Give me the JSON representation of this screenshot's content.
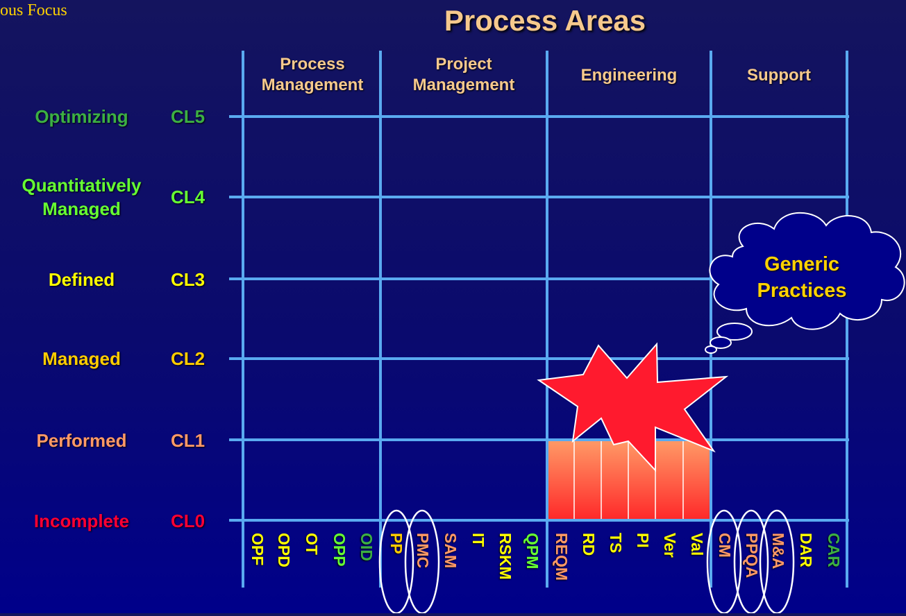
{
  "corner_text": "ous Focus",
  "title": "Process Areas",
  "categories": [
    {
      "line1": "Process",
      "line2": "Management"
    },
    {
      "line1": "Project",
      "line2": "Management"
    },
    {
      "line1": "Engineering",
      "line2": ""
    },
    {
      "line1": "Support",
      "line2": ""
    }
  ],
  "levels": [
    {
      "name1": "Optimizing",
      "name2": "",
      "code": "CL5",
      "color": "#3cb043"
    },
    {
      "name1": "Quantitatively",
      "name2": "Managed",
      "code": "CL4",
      "color": "#66ff33"
    },
    {
      "name1": "Defined",
      "name2": "",
      "code": "CL3",
      "color": "#ffff00"
    },
    {
      "name1": "Managed",
      "name2": "",
      "code": "CL2",
      "color": "#ffcc00"
    },
    {
      "name1": "Performed",
      "name2": "",
      "code": "CL1",
      "color": "#ff9966"
    },
    {
      "name1": "Incomplete",
      "name2": "",
      "code": "CL0",
      "color": "#ff0033"
    }
  ],
  "process_areas": [
    {
      "label": "OPF",
      "color": "#ffff00"
    },
    {
      "label": "OPD",
      "color": "#ffff00"
    },
    {
      "label": "OT",
      "color": "#ffff00"
    },
    {
      "label": "OPP",
      "color": "#66ff33"
    },
    {
      "label": "OID",
      "color": "#3cb043"
    },
    {
      "label": "PP",
      "color": "#ffcc00"
    },
    {
      "label": "PMC",
      "color": "#ff9966"
    },
    {
      "label": "SAM",
      "color": "#ff9966"
    },
    {
      "label": "IT",
      "color": "#ffff00"
    },
    {
      "label": "RSKM",
      "color": "#ffff00"
    },
    {
      "label": "QPM",
      "color": "#66ff33"
    },
    {
      "label": "REQM",
      "color": "#ff9966"
    },
    {
      "label": "RD",
      "color": "#ffff00"
    },
    {
      "label": "TS",
      "color": "#ffff00"
    },
    {
      "label": "PI",
      "color": "#ffff00"
    },
    {
      "label": "Ver",
      "color": "#ffff00"
    },
    {
      "label": "Val",
      "color": "#ffff00"
    },
    {
      "label": "CM",
      "color": "#ff9966"
    },
    {
      "label": "PPQA",
      "color": "#ff9966"
    },
    {
      "label": "M&A",
      "color": "#ff9966"
    },
    {
      "label": "DAR",
      "color": "#ffff00"
    },
    {
      "label": "CAR",
      "color": "#3cb043"
    }
  ],
  "cloud_text": {
    "line1": "Generic",
    "line2": "Practices"
  },
  "colors": {
    "grid": "#5aaaf0",
    "bar_top": "#ff9966",
    "bar_bottom": "#ff2a2a",
    "starburst": "#ff1a2e"
  }
}
